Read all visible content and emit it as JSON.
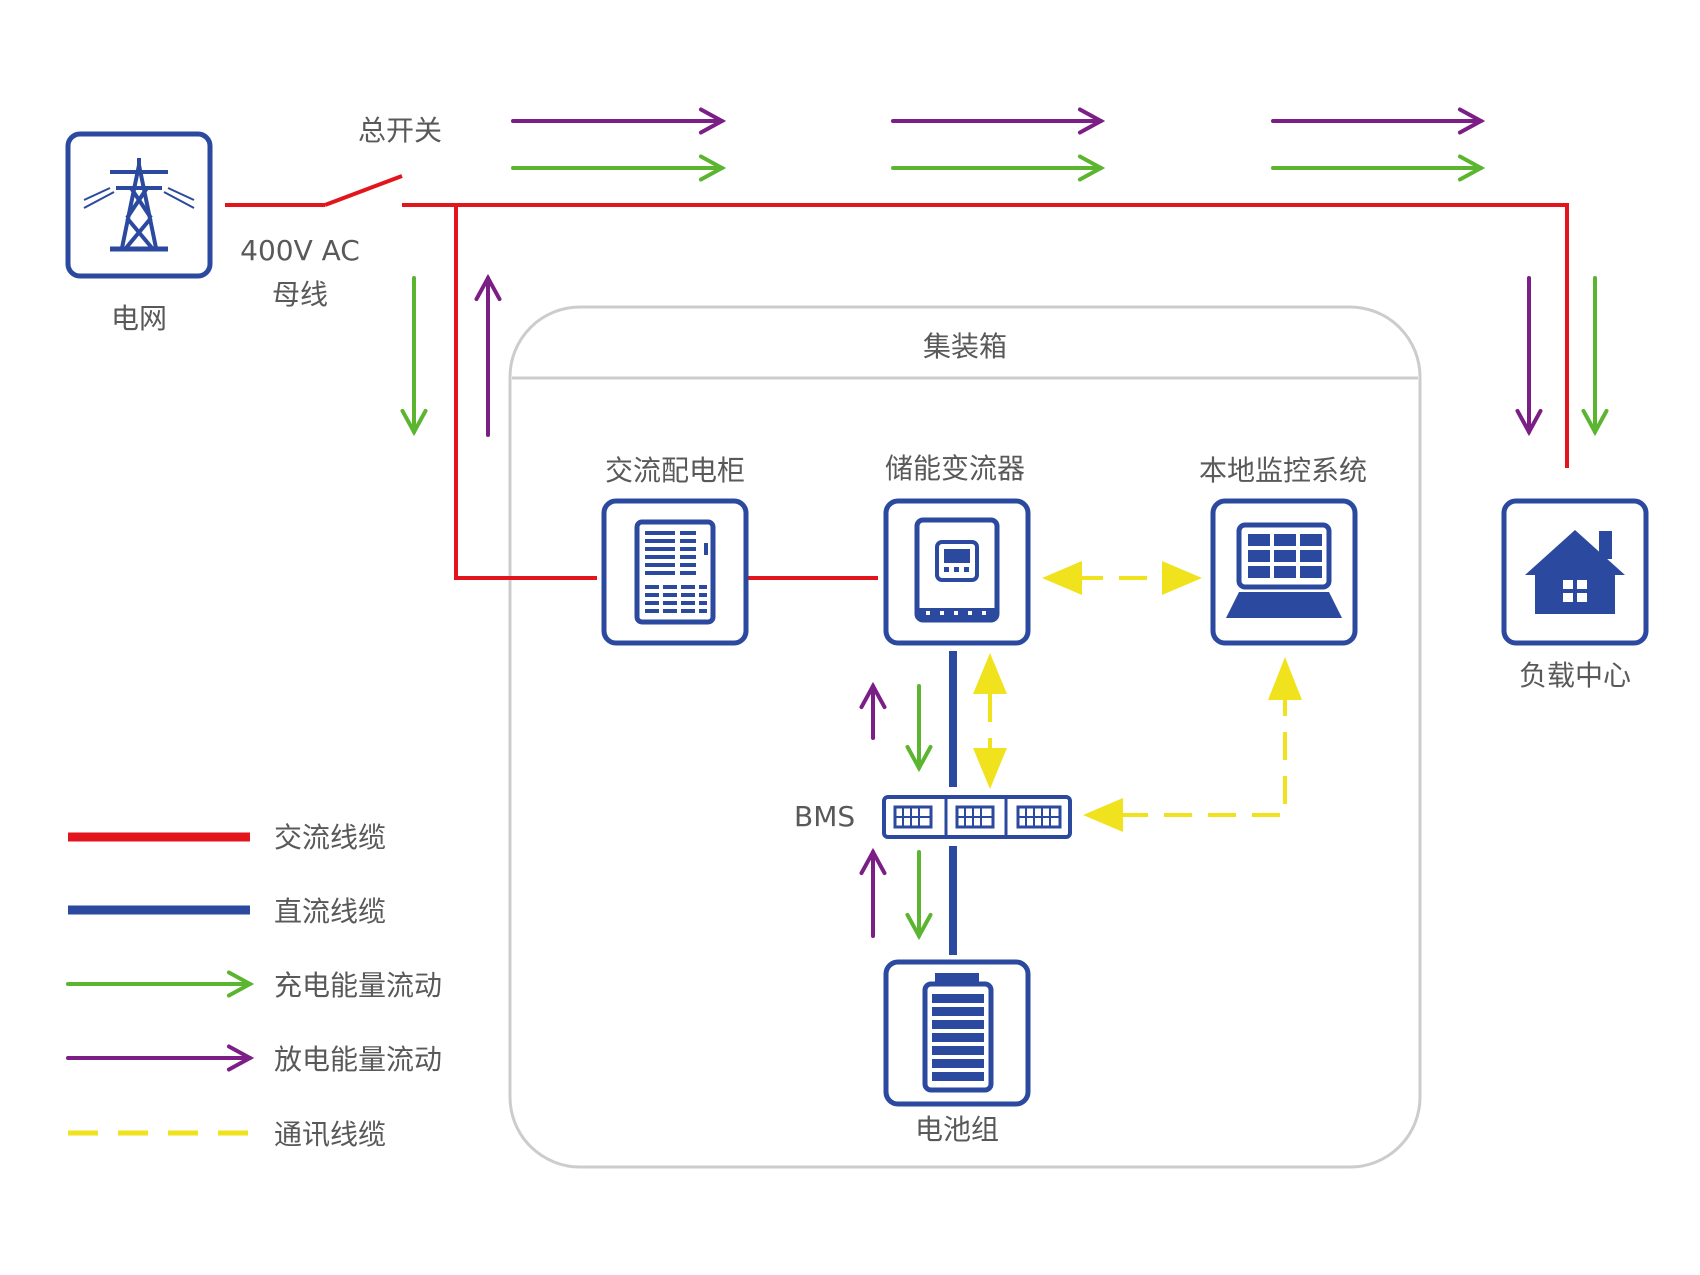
{
  "labels": {
    "grid": "电网",
    "main_switch": "总开关",
    "bus_voltage": "400V AC",
    "bus": "母线",
    "container": "集装箱",
    "ac_cabinet": "交流配电柜",
    "pcs": "储能变流器",
    "monitor": "本地监控系统",
    "load": "负载中心",
    "bms": "BMS",
    "battery": "电池组"
  },
  "legend": [
    {
      "label": "交流线缆",
      "style": "solid-line",
      "color": "#e2151c"
    },
    {
      "label": "直流线缆",
      "style": "solid-line",
      "color": "#2b4a9f"
    },
    {
      "label": "充电能量流动",
      "style": "arrow",
      "color": "#5cb531"
    },
    {
      "label": "放电能量流动",
      "style": "arrow",
      "color": "#7b1e85"
    },
    {
      "label": "通讯线缆",
      "style": "dashed-line",
      "color": "#f0e21c"
    }
  ],
  "colors": {
    "ac": "#e2151c",
    "dc": "#2b4a9f",
    "charge": "#5cb531",
    "discharge": "#7b1e85",
    "comm": "#f0e21c",
    "container_border": "#cccccc",
    "icon_blue": "#2b4a9f"
  },
  "icons": {
    "grid": "power-tower-icon",
    "ac_cabinet": "cabinet-icon",
    "pcs": "inverter-icon",
    "monitor": "laptop-icon",
    "load": "house-icon",
    "bms": "bms-rack-icon",
    "battery": "battery-icon"
  }
}
